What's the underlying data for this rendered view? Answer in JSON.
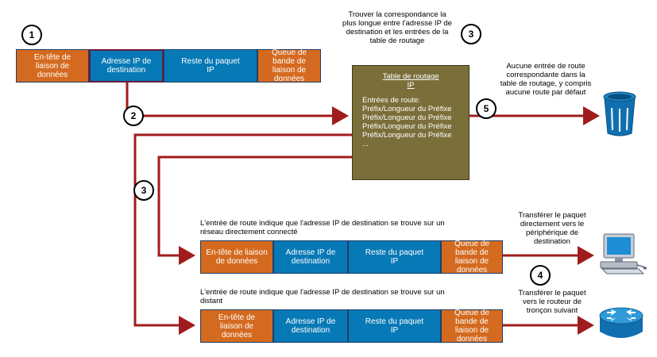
{
  "packet_top": {
    "cells": [
      "En-tête de\nliaison de\ndonnées",
      "Adresse IP de\ndestination",
      "Reste du paquet\nIP",
      "Queue de\nbande de\nliaison de\ndonnées"
    ]
  },
  "packet_mid": {
    "cells": [
      "En-tête de liaison\nde données",
      "Adresse IP de\ndestination",
      "Reste du paquet\nIP",
      "Queue de\nbande de\nliaison de\ndonnées"
    ]
  },
  "packet_bottom": {
    "cells": [
      "En-tête de\nliaison de\ndonnées",
      "Adresse IP de\ndestination",
      "Reste du paquet\nIP",
      "Queue de\nbande de\nliaison de\ndonnées"
    ]
  },
  "step_numbers": [
    "1",
    "2",
    "3",
    "3",
    "4",
    "5"
  ],
  "note_longest_match": "Trouver la correspondance la\nplus longue entre l'adresse IP de\ndestination et les entrées de la\ntable de routage",
  "routing_table": {
    "title": "Table de routage\nIP",
    "entries_header": "Entrées de route:",
    "entries": [
      "Préfix/Longueur du Préfixe",
      "Préfix/Longueur du Préfixe",
      "Préfix/Longueur du Préfixe",
      "Préfix/Longueur du Préfixe",
      "..."
    ]
  },
  "note_no_route": "Aucune entrée de route\ncorrespondante dans la\ntable de routage, y compris\naucune route par défaut",
  "note_direct": "L'entrée de route indique que l'adresse IP de destination se trouve sur un\nréseau directement connecté",
  "note_remote": "L'entrée de route indique que l'adresse IP de destination se trouve sur un\ndistant",
  "note_to_device": "Transférer le paquet\ndirectement vers le\npériphérique de\ndestination",
  "note_to_router": "Transférer le paquet\nvers le routeur de\ntronçon suivant",
  "icons": [
    "trash-icon",
    "computer-icon",
    "router-icon"
  ],
  "colors": {
    "arrow": "#a01c1c",
    "orange": "#d46a1f",
    "blue": "#0779b6",
    "table": "#7a6f3a"
  }
}
